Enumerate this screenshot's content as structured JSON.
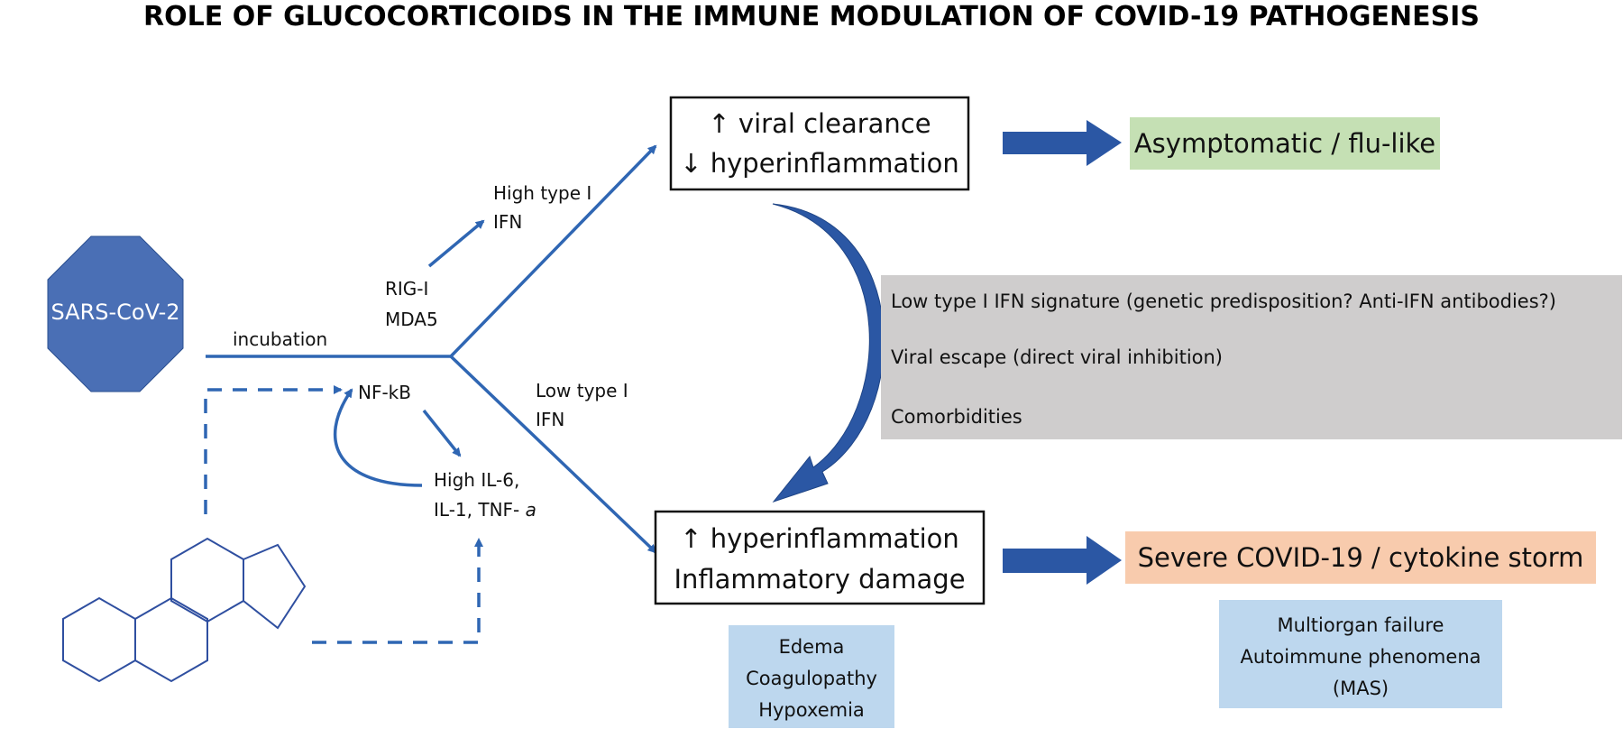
{
  "title": "ROLE OF GLUCOCORTICOIDS IN THE IMMUNE MODULATION OF COVID-19 PATHOGENESIS",
  "virus": {
    "label": "SARS-CoV-2",
    "fill": "#4a6fb5"
  },
  "colors": {
    "arrow_blue": "#2f66b3",
    "block_arrow": "#2b57a4",
    "green_box": "#c5e0b4",
    "orange_box": "#f8cbad",
    "grey_box": "#cfcdcd",
    "lightblue_box": "#bdd7ee",
    "steroid_line": "#2f4fa0"
  },
  "labels": {
    "incubation": "incubation",
    "rig_i": "RIG-I",
    "mda5": "MDA5",
    "nfkb": "NF-kB",
    "high_type1_line1": "High type I",
    "high_type1_line2": "IFN",
    "low_type1_line1": "Low type I",
    "low_type1_line2": "IFN",
    "high_il6_line1": "High IL-6,",
    "high_il6_line2": "IL-1, TNF- ",
    "high_il6_alpha": "a"
  },
  "outcome_top": {
    "line1": "↑ viral clearance",
    "line2": "↓ hyperinflammation",
    "result": "Asymptomatic / flu-like"
  },
  "outcome_bottom": {
    "line1": "↑ hyperinflammation",
    "line2": "Inflammatory damage",
    "result": "Severe COVID-19 / cytokine storm"
  },
  "factors": [
    "Low type I IFN signature (genetic predisposition? Anti-IFN antibodies?)",
    "Viral escape (direct viral inhibition)",
    "Comorbidities"
  ],
  "damage": [
    "Edema",
    "Coagulopathy",
    "Hypoxemia"
  ],
  "severe_consequences": [
    "Multiorgan failure",
    "Autoimmune phenomena",
    "(MAS)"
  ]
}
